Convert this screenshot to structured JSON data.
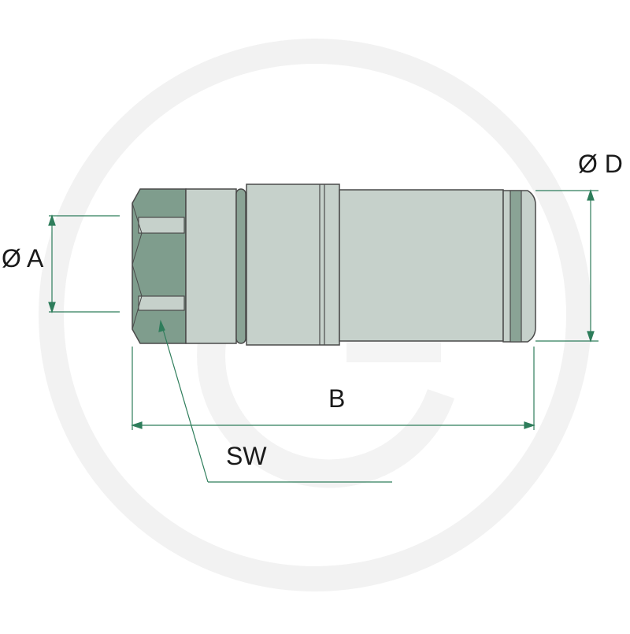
{
  "diagram": {
    "title": "",
    "labels": {
      "diameter_d": "Ø D",
      "diameter_a": "Ø A",
      "length_b": "B",
      "wrench_size": "SW"
    },
    "colors": {
      "watermark": "#f2f2f2",
      "outline": "#4a4a4a",
      "body_fill": "#c6d1cb",
      "body_dark": "#8aa395",
      "hex_fill": "#7f9d8d",
      "dimension_line": "#2e7d5b",
      "text": "#1a1a1a"
    }
  }
}
